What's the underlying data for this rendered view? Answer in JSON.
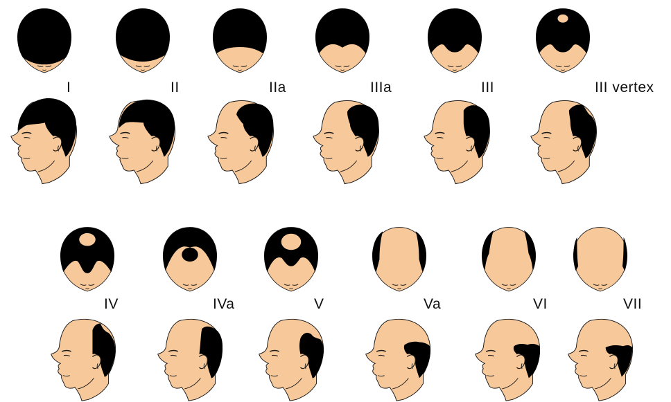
{
  "colors": {
    "skin": "#f7c89a",
    "hair": "#000000",
    "line": "#1a1a1a",
    "background": "#ffffff"
  },
  "stages": [
    {
      "label": "I"
    },
    {
      "label": "II"
    },
    {
      "label": "IIa"
    },
    {
      "label": "IIIa"
    },
    {
      "label": "III"
    },
    {
      "label": "III vertex"
    },
    {
      "label": "IV"
    },
    {
      "label": "IVa"
    },
    {
      "label": "V"
    },
    {
      "label": "Va"
    },
    {
      "label": "VI"
    },
    {
      "label": "VII"
    }
  ]
}
